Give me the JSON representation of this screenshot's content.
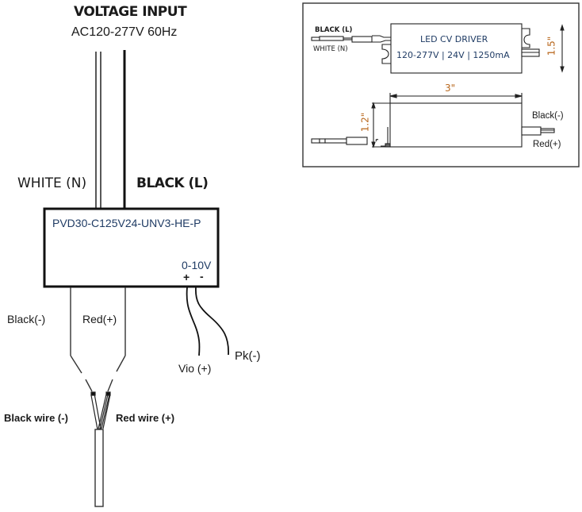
{
  "main_diagram": {
    "voltage_input_title": "VOLTAGE INPUT",
    "voltage_input_spec": "AC120-277V 60Hz",
    "input_wires": {
      "white_label": "WHITE (N)",
      "black_label": "BLACK (L)"
    },
    "driver": {
      "model": "PVD30-C125V24-UNV3-HE-P",
      "dimming_label": "0-10V",
      "dim_plus": "+",
      "dim_minus": "-"
    },
    "output_wires": {
      "black_label": "Black(-)",
      "red_label": "Red(+)"
    },
    "dim_wires": {
      "violet_label": "Vio (+)",
      "pink_label": "Pk(-)"
    },
    "cable": {
      "black_wire_label": "Black wire (-)",
      "red_wire_label": "Red wire (+)"
    }
  },
  "inset": {
    "top_view": {
      "black_label": "BLACK (L)",
      "white_label": "WHITE (N)",
      "driver_title": "LED CV DRIVER",
      "driver_specs": "120-277V | 24V | 1250mA",
      "height_dim": "1.5\""
    },
    "side_view": {
      "length_dim": "3\"",
      "height_dim": "1.2\"",
      "black_label": "Black(-)",
      "red_label": "Red(+)"
    }
  },
  "colors": {
    "line": "#111111",
    "model_text": "#1f3b64",
    "dimension_text": "#b8661b"
  }
}
